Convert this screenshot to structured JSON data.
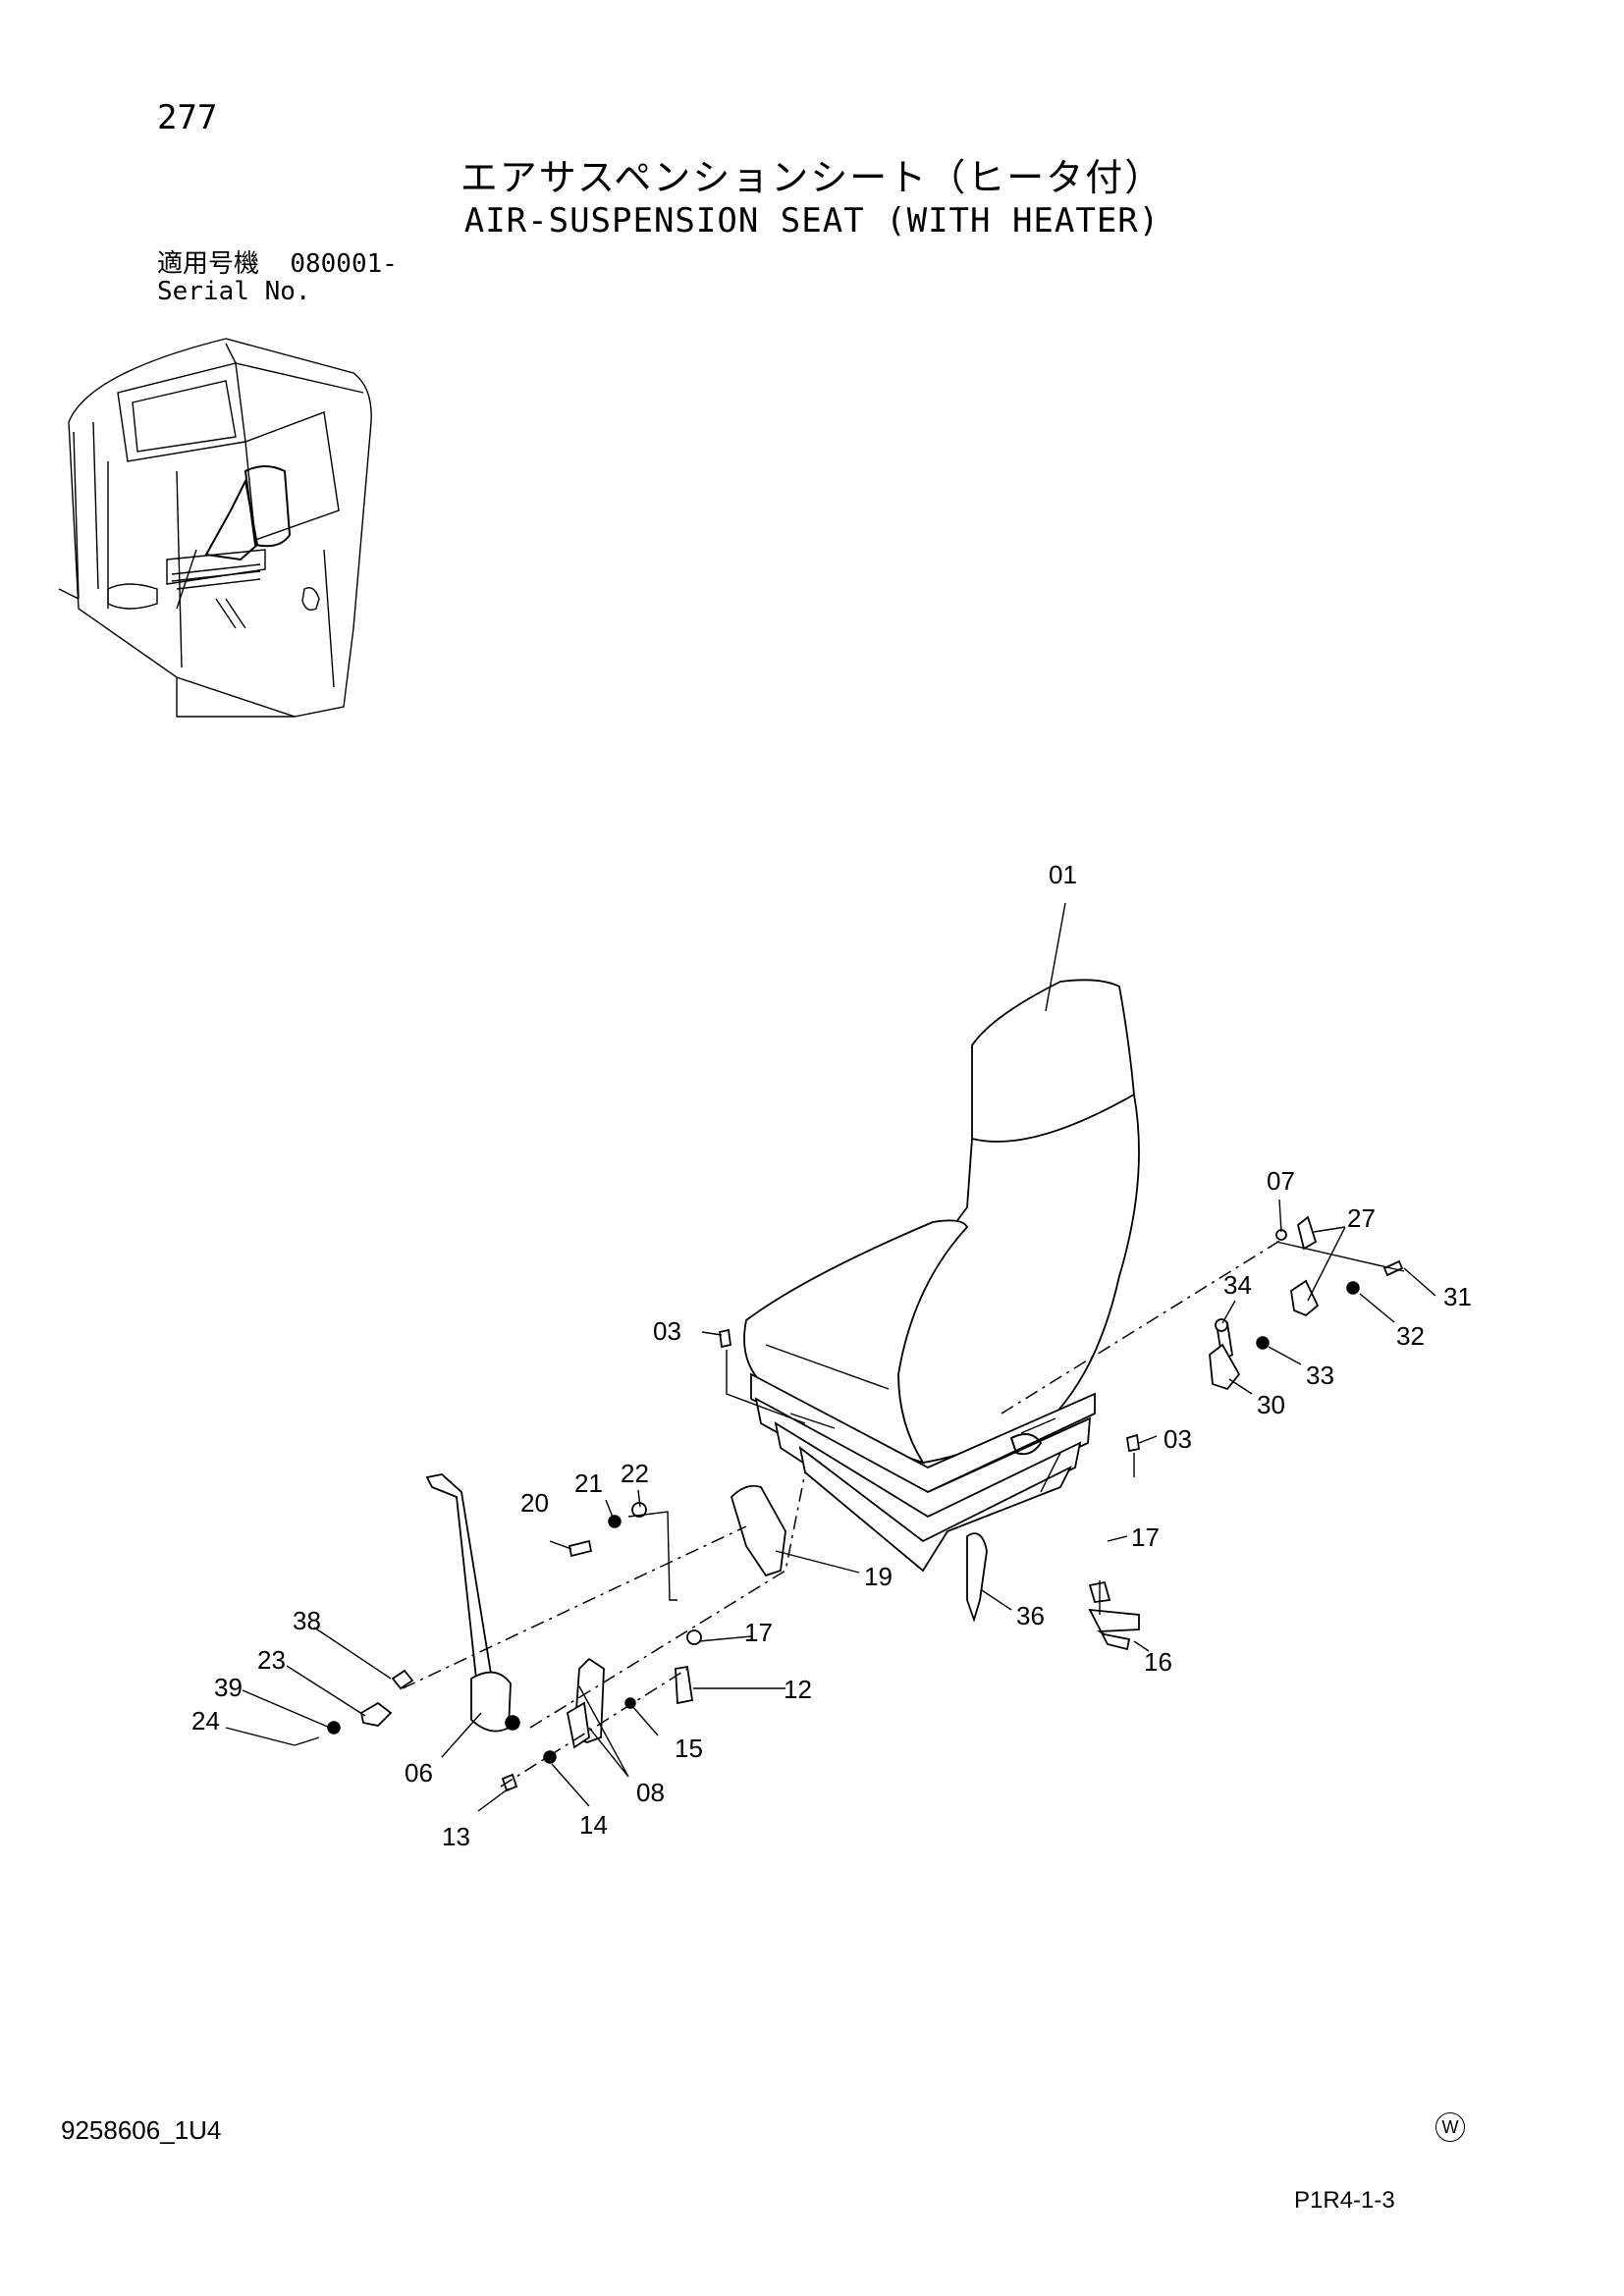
{
  "page": {
    "number": "277",
    "title_jp": "エアサスペンションシート（ヒータ付）",
    "title_en": "AIR-SUSPENSION SEAT (WITH HEATER)",
    "serial_label_jp": "適用号機",
    "serial_value": "080001-",
    "serial_label_en": "Serial No.",
    "doc_code": "9258606_1U4",
    "mark": "W",
    "page_ref": "P1R4-1-3"
  },
  "callouts": [
    "01",
    "03",
    "03",
    "07",
    "27",
    "31",
    "32",
    "33",
    "34",
    "30",
    "17",
    "16",
    "36",
    "19",
    "22",
    "21",
    "20",
    "38",
    "23",
    "39",
    "24",
    "06",
    "17",
    "12",
    "15",
    "08",
    "14",
    "13"
  ],
  "icons": {
    "cab_overview": "cab-overview-illustration",
    "seat": "seat-illustration"
  }
}
